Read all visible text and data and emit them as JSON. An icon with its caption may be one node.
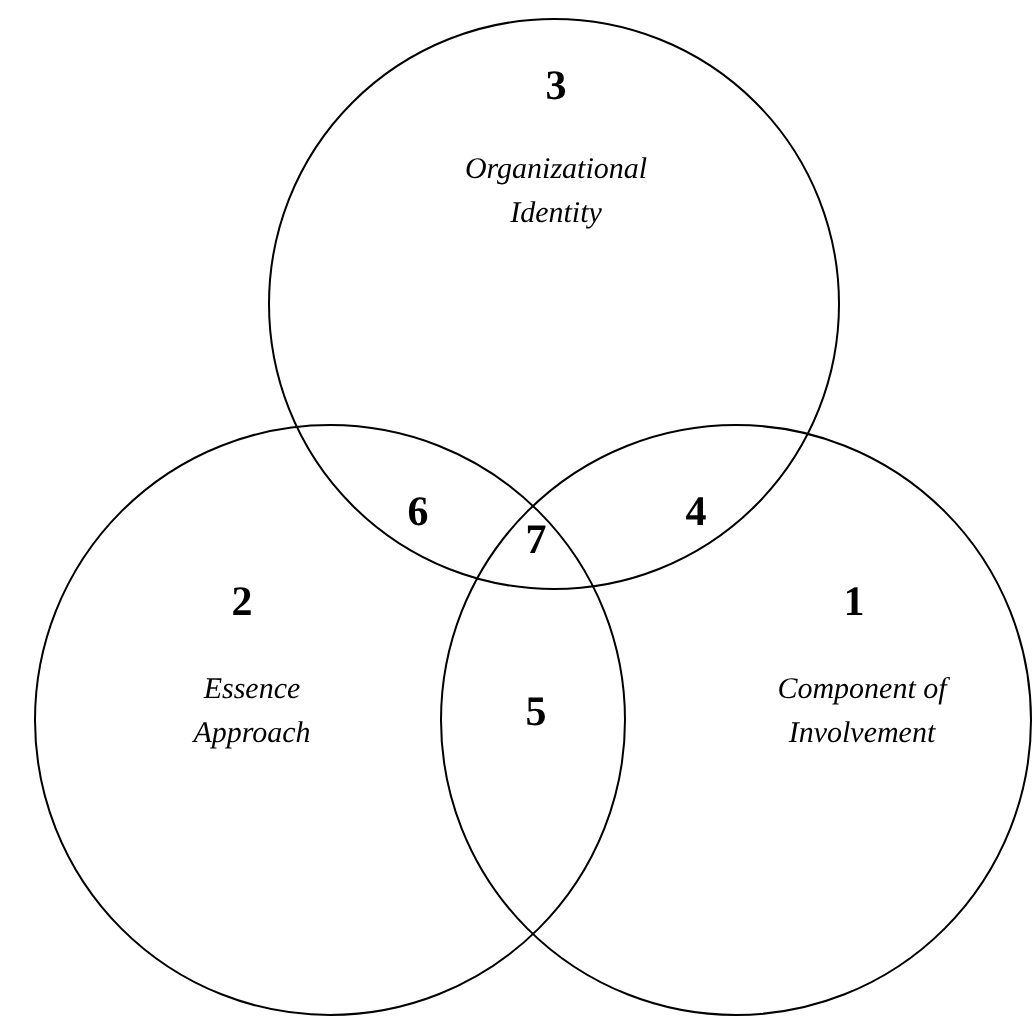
{
  "diagram": {
    "nodes": [
      {
        "text": [
          "3",
          "Organizational Identity"
        ]
      },
      {
        "text": [
          "2",
          "Essence Approach"
        ]
      },
      {
        "text": [
          "1",
          "Component of Involvement"
        ]
      }
    ],
    "labels": [
      "6",
      "4",
      "7",
      "5"
    ]
  }
}
